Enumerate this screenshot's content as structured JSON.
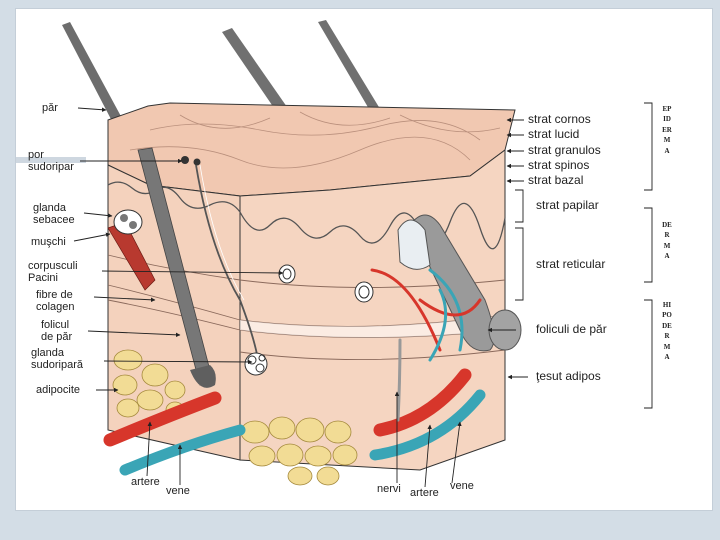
{
  "diagram": {
    "left_labels": [
      {
        "id": "par",
        "text": "păr"
      },
      {
        "id": "por",
        "text": "por\nsudoripar"
      },
      {
        "id": "glanda-sebacee",
        "text": "glanda\nsebacee"
      },
      {
        "id": "muschi",
        "text": "muşchi"
      },
      {
        "id": "corpusculi",
        "text": "corpusculi\nPacini"
      },
      {
        "id": "fibre",
        "text": "fibre de\ncolagen"
      },
      {
        "id": "folicul",
        "text": "folicul\nde păr"
      },
      {
        "id": "glanda-sudoripara",
        "text": "glanda\nsudoripară"
      },
      {
        "id": "adipocite",
        "text": "adipocite"
      }
    ],
    "right_labels": [
      {
        "id": "cornos",
        "text": "strat cornos"
      },
      {
        "id": "lucid",
        "text": "strat lucid"
      },
      {
        "id": "granulos",
        "text": "strat granulos"
      },
      {
        "id": "spinos",
        "text": "strat spinos"
      },
      {
        "id": "bazal",
        "text": "strat bazal"
      },
      {
        "id": "papilar",
        "text": "strat papilar"
      },
      {
        "id": "reticular",
        "text": "strat reticular"
      },
      {
        "id": "foliculi",
        "text": "foliculi de păr"
      },
      {
        "id": "tesut",
        "text": "ţesut adipos"
      }
    ],
    "bottom_labels": [
      {
        "id": "artere-left",
        "text": "artere"
      },
      {
        "id": "vene-left",
        "text": "vene"
      },
      {
        "id": "nervi",
        "text": "nervi"
      },
      {
        "id": "artere-right",
        "text": "artere"
      },
      {
        "id": "vene-right",
        "text": "vene"
      }
    ],
    "layer_labels": [
      {
        "id": "epiderma",
        "text": "EPIDERMA"
      },
      {
        "id": "derma",
        "text": "DERMA"
      },
      {
        "id": "hipoderma",
        "text": "HIPODERMA"
      }
    ]
  },
  "colors": {
    "skin": "#f2cdb7",
    "skin_dark": "#e8b89f",
    "hair": "#7a7a7a",
    "artery": "#d8352a",
    "vein": "#3aa6b8",
    "fat": "#f3df9a",
    "muscle": "#b83a32",
    "background": "#d3dde6"
  }
}
